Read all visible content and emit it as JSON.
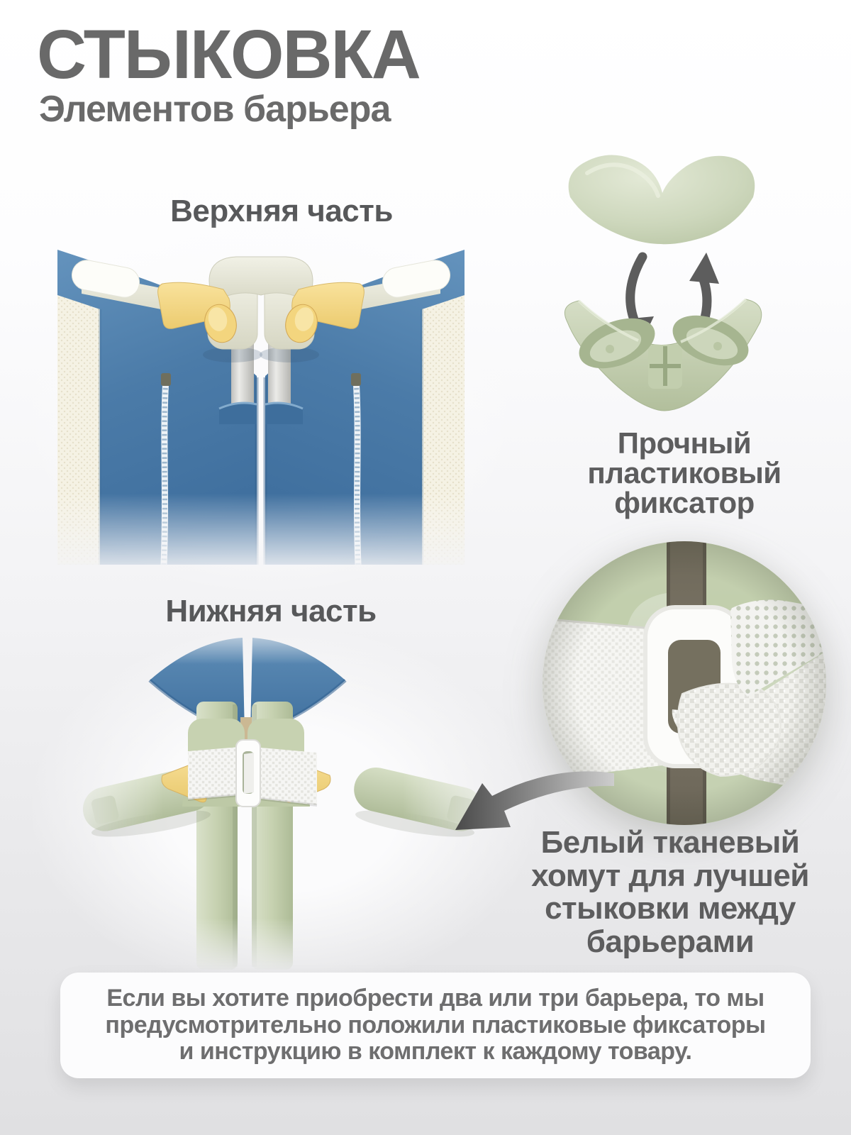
{
  "header": {
    "title": "СТЫКОВКА",
    "subtitle": "Элементов барьера"
  },
  "sections": {
    "upper_label": "Верхняя часть",
    "lower_label": "Нижняя часть",
    "fixator_caption": "Прочный\nпластиковый\nфиксатор",
    "strap_caption": "Белый тканевый\nхомут для лучшей\nстыковки между\nбарьерами"
  },
  "footer": {
    "note": "Если вы хотите приобрести два или три барьера, то мы\nпредусмотрительно положили пластиковые фиксаторы\nи инструкцию в комплект к каждому товару."
  },
  "icons": {
    "rotate_arrows": "curved-swap-arrows",
    "pointer_arrow": "curved-left-down-arrow"
  },
  "colors": {
    "heading_gray": "#696969",
    "label_gray": "#57585a",
    "body_gray": "#6e6e6f",
    "fabric_blue": "#4b7ba7",
    "plastic_sage": "#ccd6bc",
    "accent_yellow": "#f3d685",
    "tube_gray": "#d7d7d4",
    "arrow_gray": "#5d5d5d",
    "card_white": "#fcfcfd"
  }
}
